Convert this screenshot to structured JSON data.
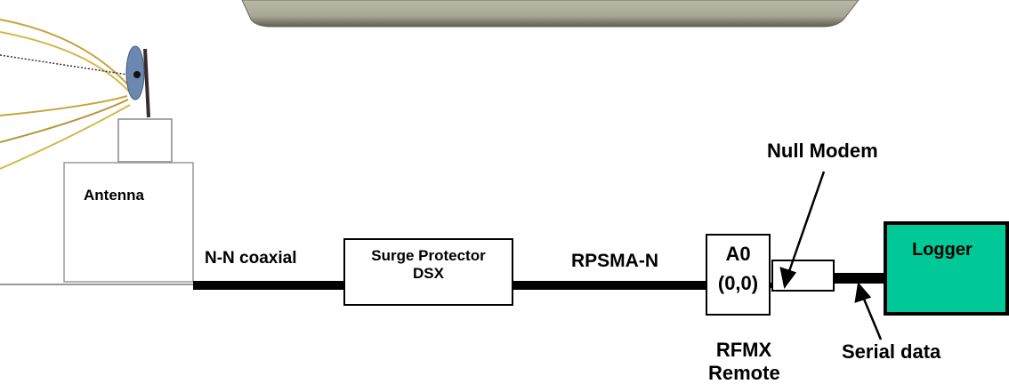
{
  "antenna": {
    "label": "Antenna"
  },
  "cables": {
    "n_n": "N-N coaxial",
    "rpsma": "RPSMA-N"
  },
  "surge_protector": {
    "line1": "Surge Protector",
    "line2": "DSX"
  },
  "radio": {
    "line1": "A0",
    "line2": "(0,0)",
    "caption_line1": "RFMX",
    "caption_line2": "Remote"
  },
  "null_modem": {
    "label": "Null Modem"
  },
  "serial": {
    "label": "Serial data"
  },
  "logger": {
    "label": "Logger",
    "color": "#00c896"
  }
}
